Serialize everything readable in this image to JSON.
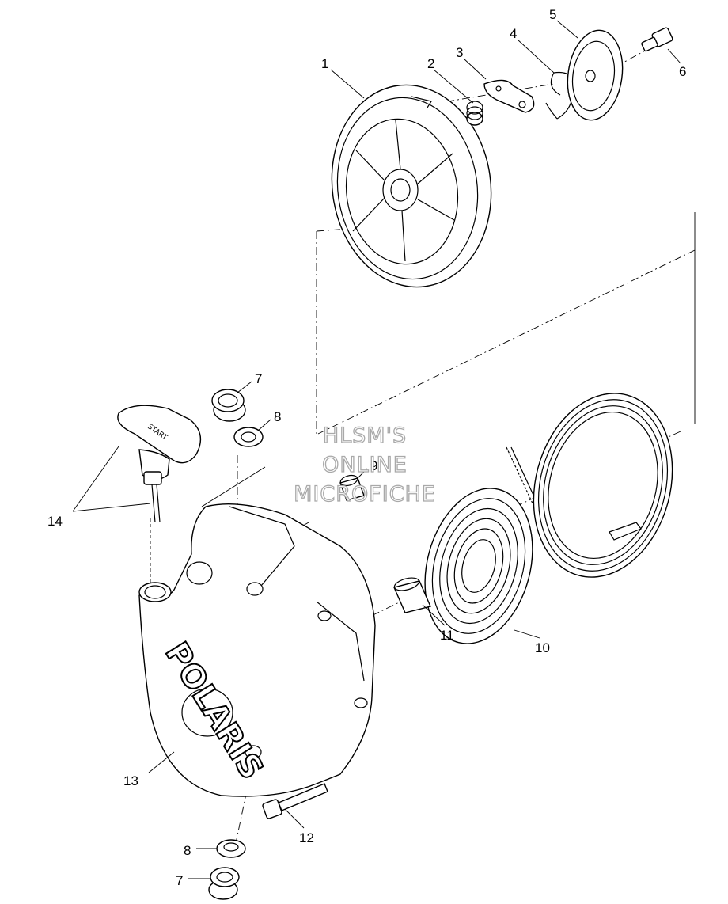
{
  "watermark": [
    "HLSM'S",
    "ONLINE",
    "MICROFICHE"
  ],
  "logo_text": "POLARIS",
  "handle_text": "START",
  "callouts": [
    {
      "id": "c1",
      "label": "1"
    },
    {
      "id": "c2",
      "label": "2"
    },
    {
      "id": "c3",
      "label": "3"
    },
    {
      "id": "c4",
      "label": "4"
    },
    {
      "id": "c5",
      "label": "5"
    },
    {
      "id": "c6",
      "label": "6"
    },
    {
      "id": "c7a",
      "label": "7"
    },
    {
      "id": "c8a",
      "label": "8"
    },
    {
      "id": "c9",
      "label": "9"
    },
    {
      "id": "c10",
      "label": "10"
    },
    {
      "id": "c11",
      "label": "11"
    },
    {
      "id": "c12",
      "label": "12"
    },
    {
      "id": "c13",
      "label": "13"
    },
    {
      "id": "c14",
      "label": "14"
    },
    {
      "id": "c8b",
      "label": "8"
    },
    {
      "id": "c7b",
      "label": "7"
    }
  ]
}
